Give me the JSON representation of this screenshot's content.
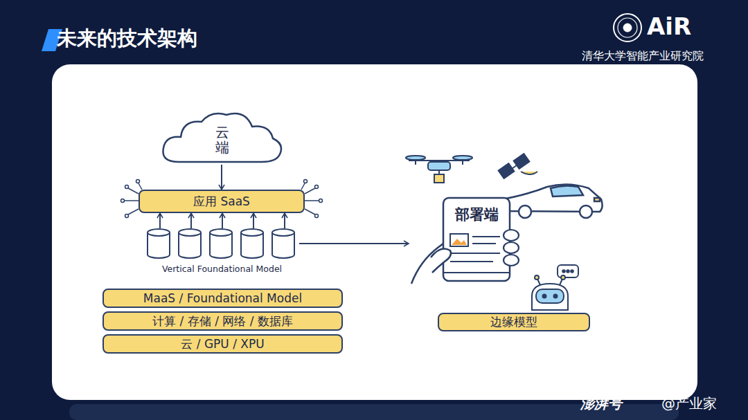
{
  "diagram": {
    "title": "未来的技术架构",
    "nodes": [
      {
        "text": [
          "云端"
        ]
      },
      {
        "text": [
          "应用 SaaS"
        ]
      },
      {
        "text": [
          "Vertical Foundational Model"
        ]
      },
      {
        "text": [
          "MaaS / Foundational Model"
        ]
      },
      {
        "text": [
          "计算 / 存储 / 网络 / 数据库"
        ]
      },
      {
        "text": [
          "云 / GPU / XPU"
        ]
      },
      {
        "text": [
          "部署端"
        ]
      },
      {
        "text": [
          "边缘模型"
        ]
      }
    ],
    "edges": [
      {
        "from": 0,
        "to": 1,
        "arrow": "to"
      },
      {
        "from": 2,
        "to": 1,
        "arrow": "to"
      },
      {
        "from": 2,
        "to": 1,
        "arrow": "to"
      },
      {
        "from": 2,
        "to": 1,
        "arrow": "to"
      },
      {
        "from": 2,
        "to": 1,
        "arrow": "to"
      },
      {
        "from": 2,
        "to": 1,
        "arrow": "to"
      },
      {
        "from": 2,
        "to": 6,
        "arrow": "to"
      }
    ],
    "labels": [
      "AiR",
      "清华大学智能产业研究院",
      "澎湃号",
      "@产业家"
    ]
  }
}
